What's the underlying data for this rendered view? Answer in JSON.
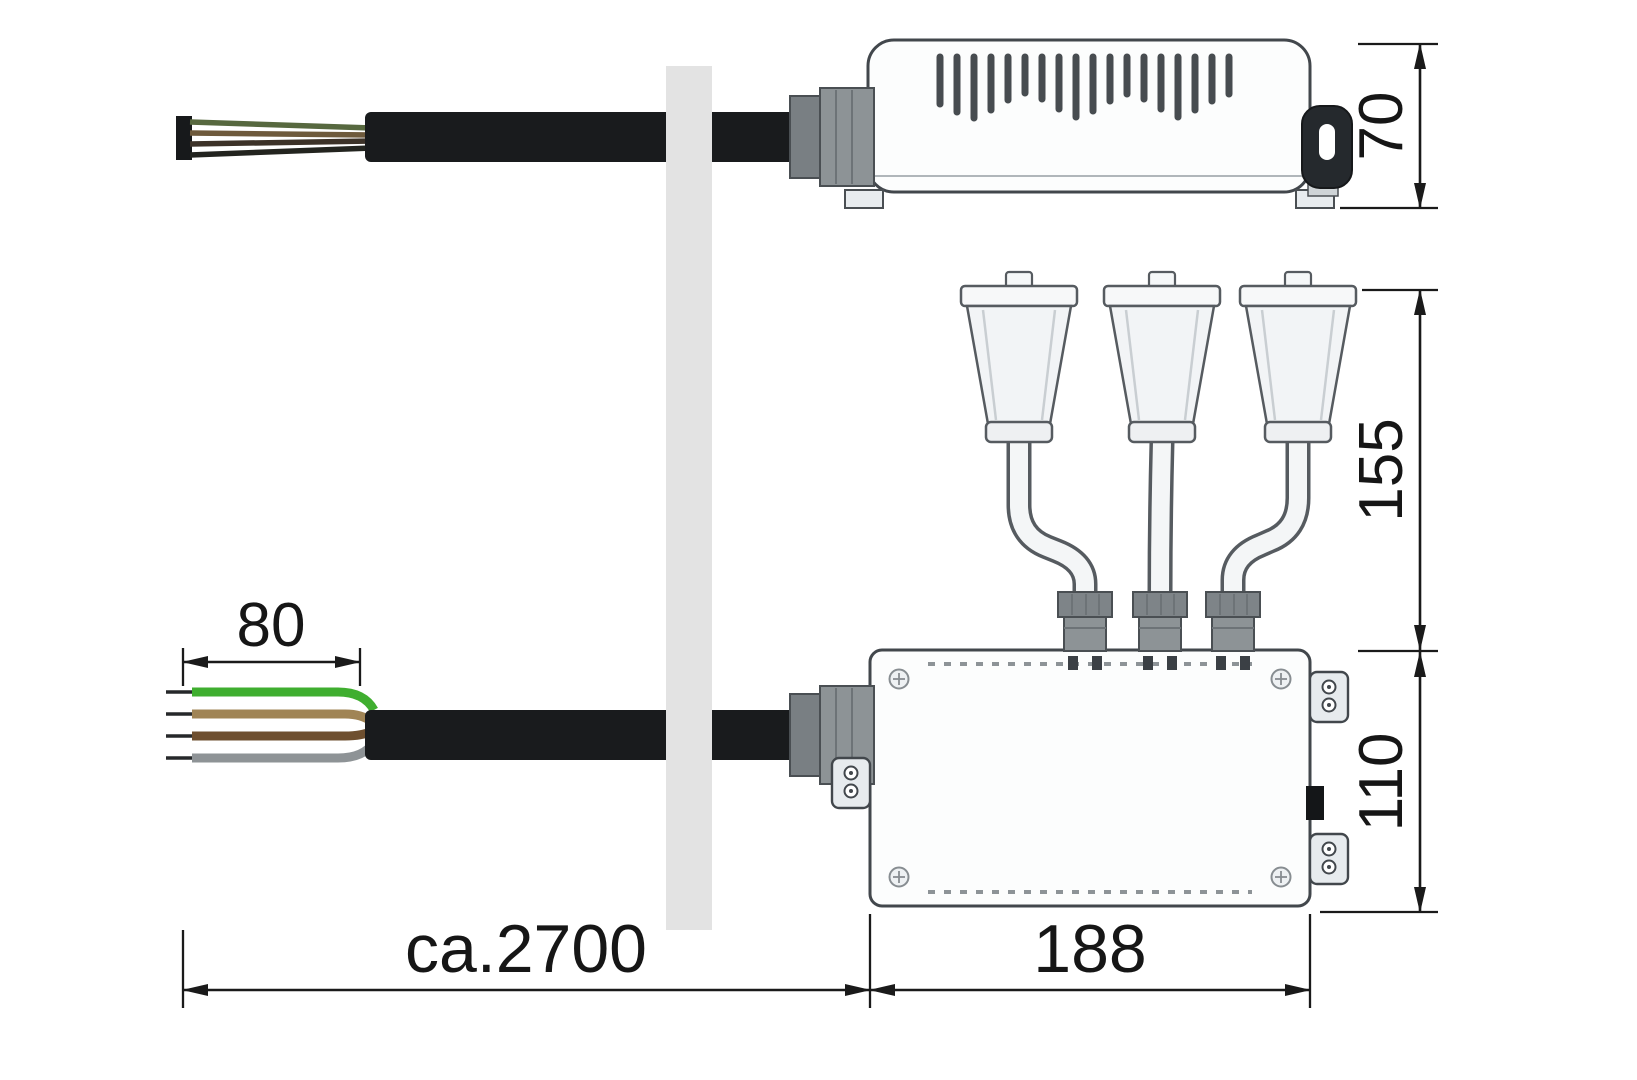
{
  "dimensions": {
    "device_height": "70",
    "connector_height": "155",
    "box_height": "110",
    "wire_strip_length": "80",
    "cable_length": "ca.2700",
    "box_width": "188"
  },
  "colors": {
    "dimension_line": "#1a1a1a",
    "outline": "#42474c",
    "body_fill": "#fcfdfd",
    "cable_black": "#191b1d",
    "gland_gray": "#8d9396",
    "break_bar": "#e3e3e3",
    "wire_green": "#3fae2f",
    "wire_brown_light": "#a08455",
    "wire_brown_dark": "#6e4f2f",
    "wire_gray": "#8e9396"
  }
}
